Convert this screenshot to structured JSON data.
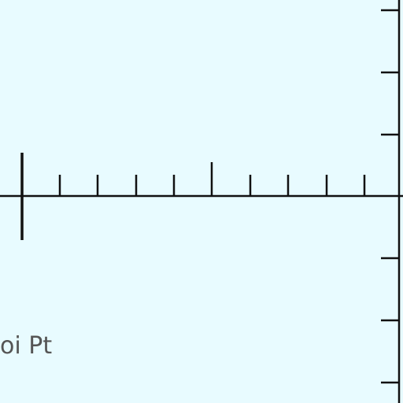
{
  "canvas": {
    "background": "#e8fbff",
    "line_color": "#111111",
    "label_color": "#555555"
  },
  "ruler": {
    "horizontal": {
      "major_tick_count": 2,
      "minor_tick_count": 8
    },
    "vertical": {
      "tick_count": 7
    }
  },
  "label": {
    "text": "oi Pt"
  }
}
